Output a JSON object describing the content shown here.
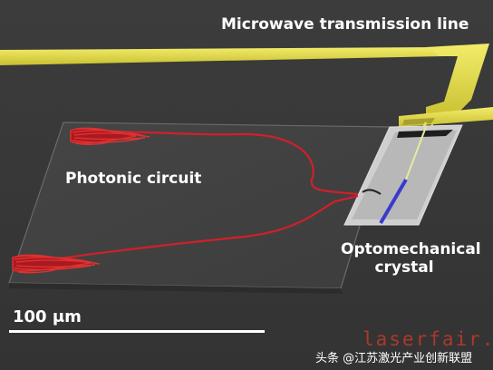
{
  "labels": {
    "microwave": "Microwave transmission line",
    "photonic": "Photonic circuit",
    "optomechanical_line1": "Optomechanical",
    "optomechanical_line2": "crystal",
    "scale_bar": "100 μm"
  },
  "watermark": "laserfair.com",
  "credit": "头条 @江苏激光产业创新联盟",
  "colors": {
    "background": "#3a3a3a",
    "waveguide": "#d0202a",
    "transmission_line": "#e8e040",
    "crystal_beam": "#3a3ad0"
  }
}
